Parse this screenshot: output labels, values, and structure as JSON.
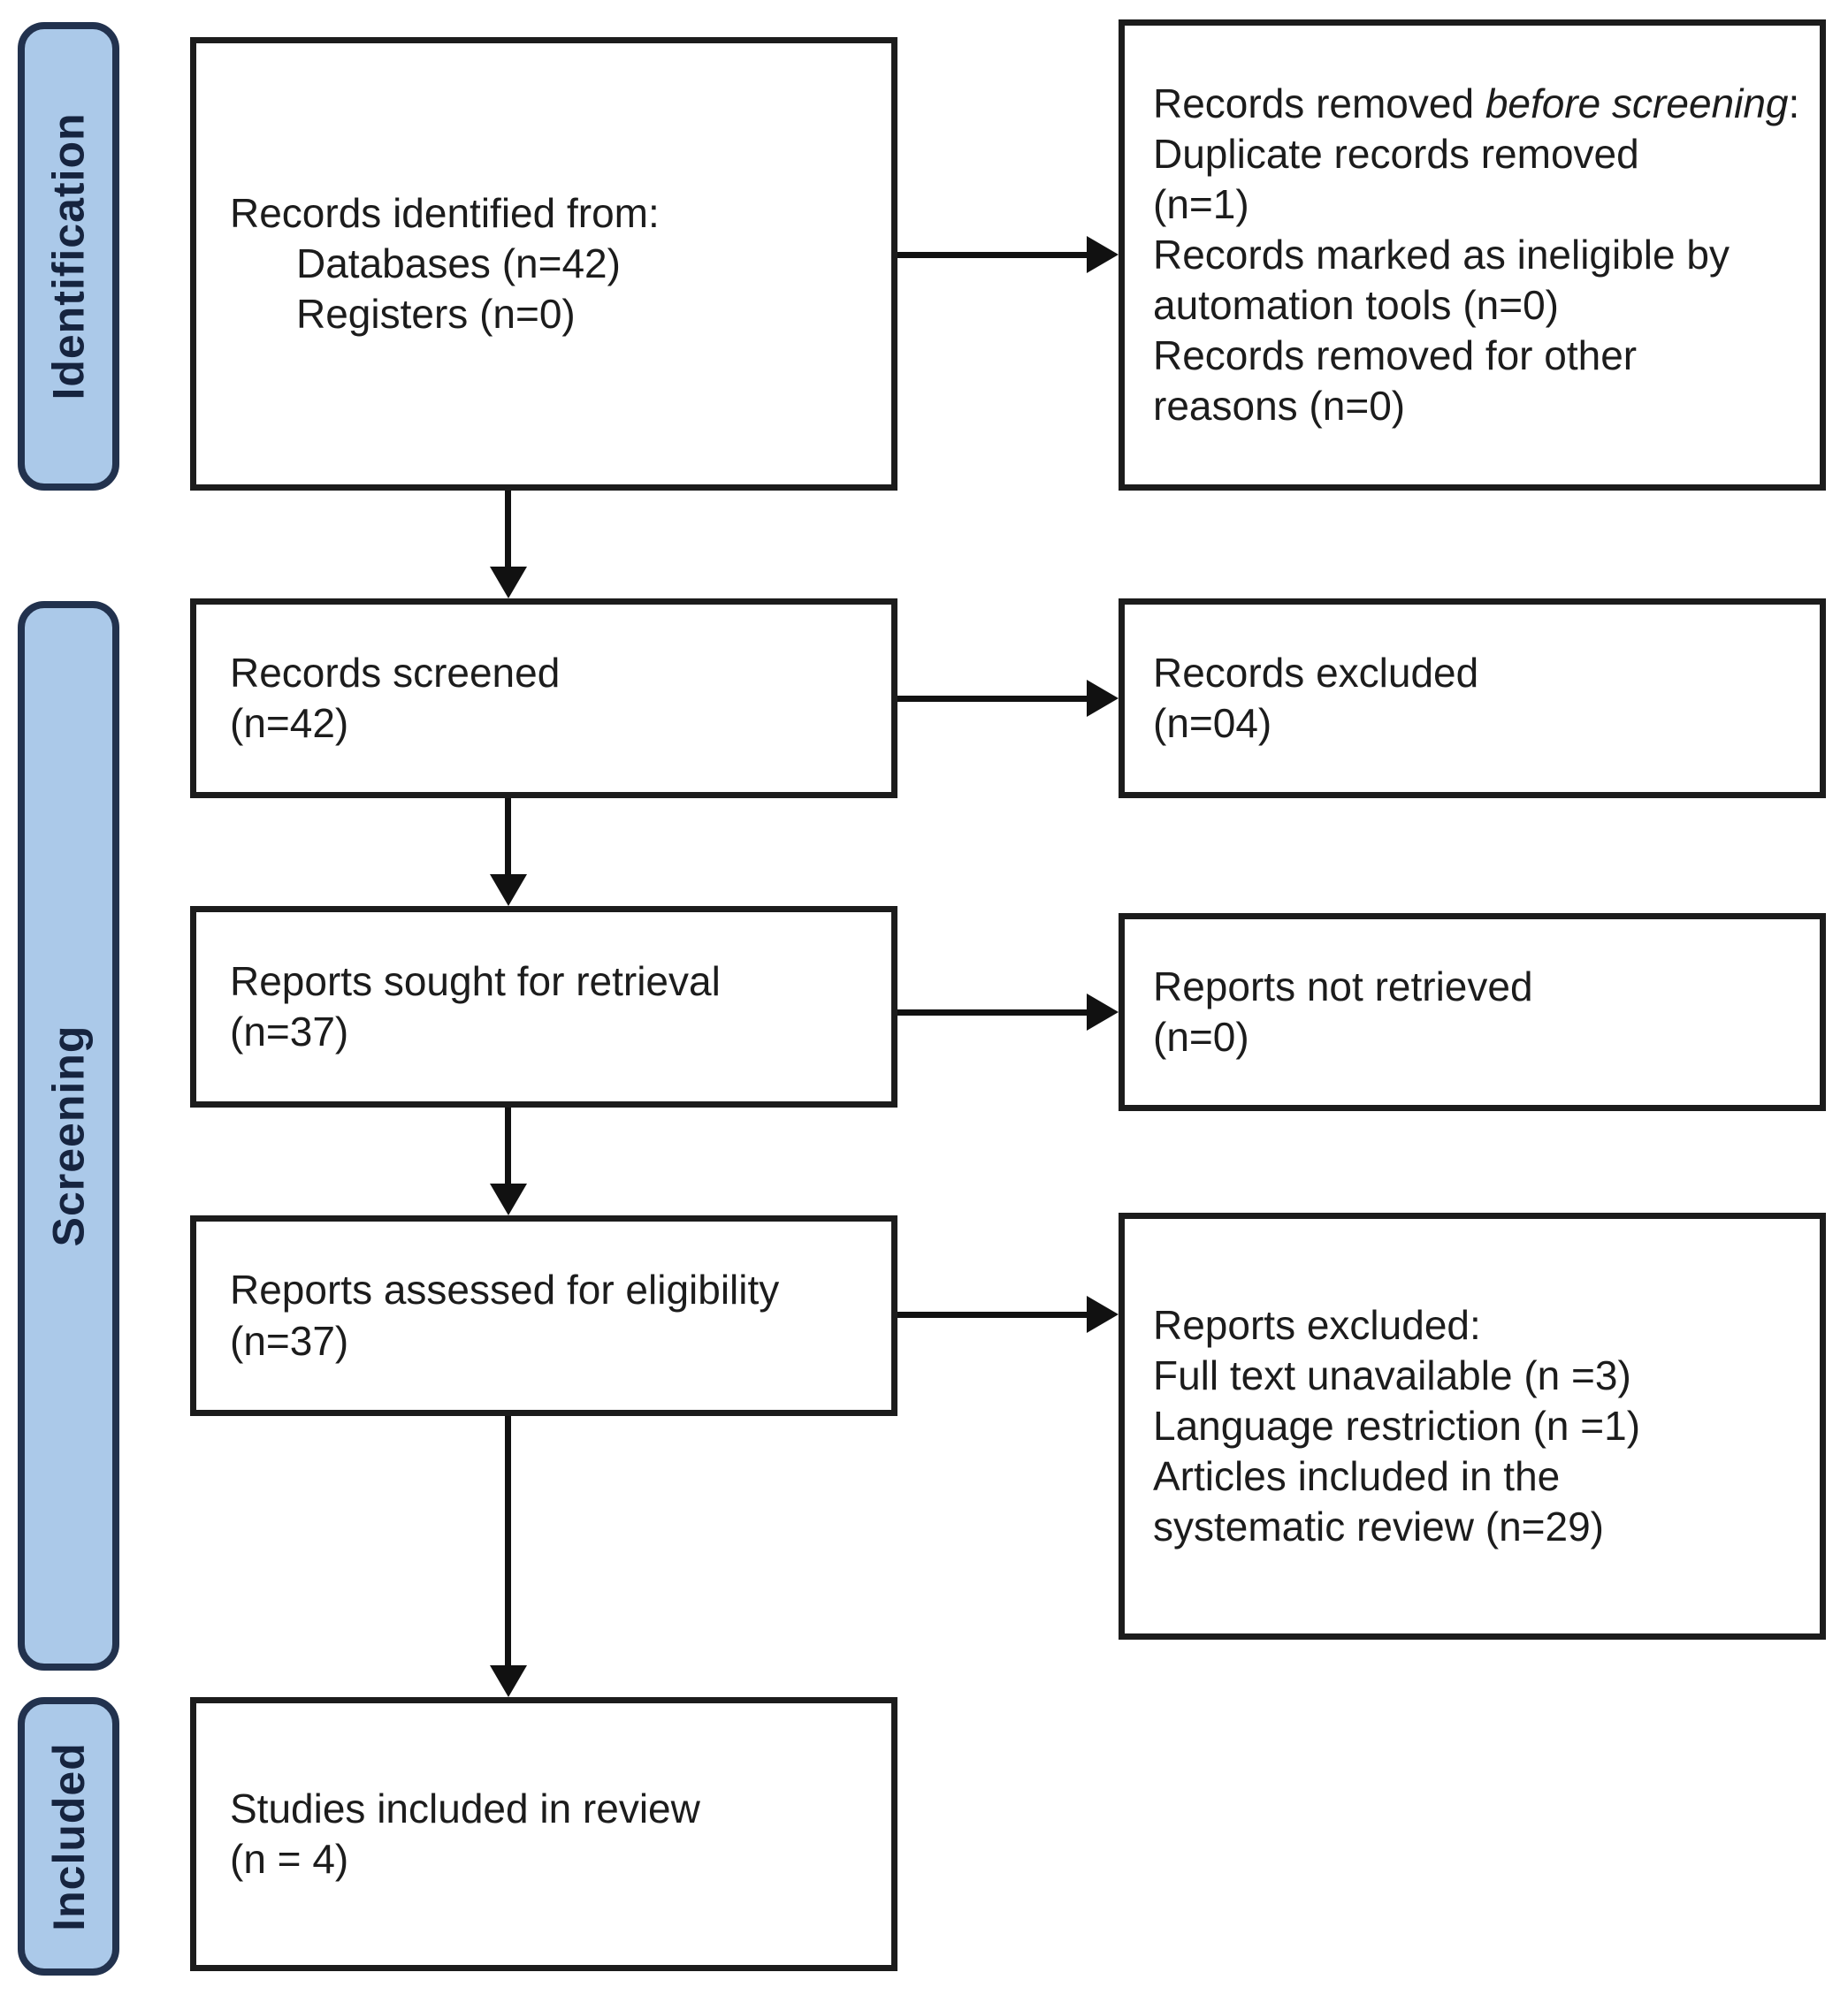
{
  "figure": {
    "type": "prisma-flow-diagram",
    "stages": [
      {
        "label": "Identification"
      },
      {
        "label": "Screening"
      },
      {
        "label": "Included"
      }
    ],
    "boxes": {
      "records_identified": {
        "title": "Records identified from:",
        "items": [
          "Databases (n=42)",
          "Registers (n=0)"
        ]
      },
      "records_removed": {
        "heading_normal": "Records removed ",
        "heading_italic": "before screening",
        "heading_suffix": ":",
        "items": [
          "Duplicate records removed\n(n=1)",
          "Records marked as ineligible by\nautomation tools (n=0)",
          "Records removed for other\nreasons (n=0)"
        ]
      },
      "records_screened": {
        "text": "Records screened\n(n=42)"
      },
      "records_excluded": {
        "text": "Records excluded\n(n=04)"
      },
      "reports_sought": {
        "text": "Reports sought for retrieval\n(n=37)"
      },
      "reports_not_retrieved": {
        "text": "Reports not retrieved\n(n=0)"
      },
      "reports_assessed": {
        "text": "Reports assessed for eligibility\n(n=37)"
      },
      "reports_excluded": {
        "heading": "Reports excluded:",
        "items": [
          "Full text unavailable (n =3)",
          "Language restriction (n =1)",
          "Articles included in the\nsystematic review (n=29)"
        ]
      },
      "studies_included": {
        "text": "Studies included in review\n(n = 4)"
      }
    },
    "colors": {
      "stage_fill": "#abc9e9",
      "stage_border": "#22324e",
      "stage_text": "#16243f",
      "box_border": "#1c1c1c",
      "box_text": "#1c1c1c",
      "arrow": "#111111",
      "background": "#ffffff"
    }
  }
}
